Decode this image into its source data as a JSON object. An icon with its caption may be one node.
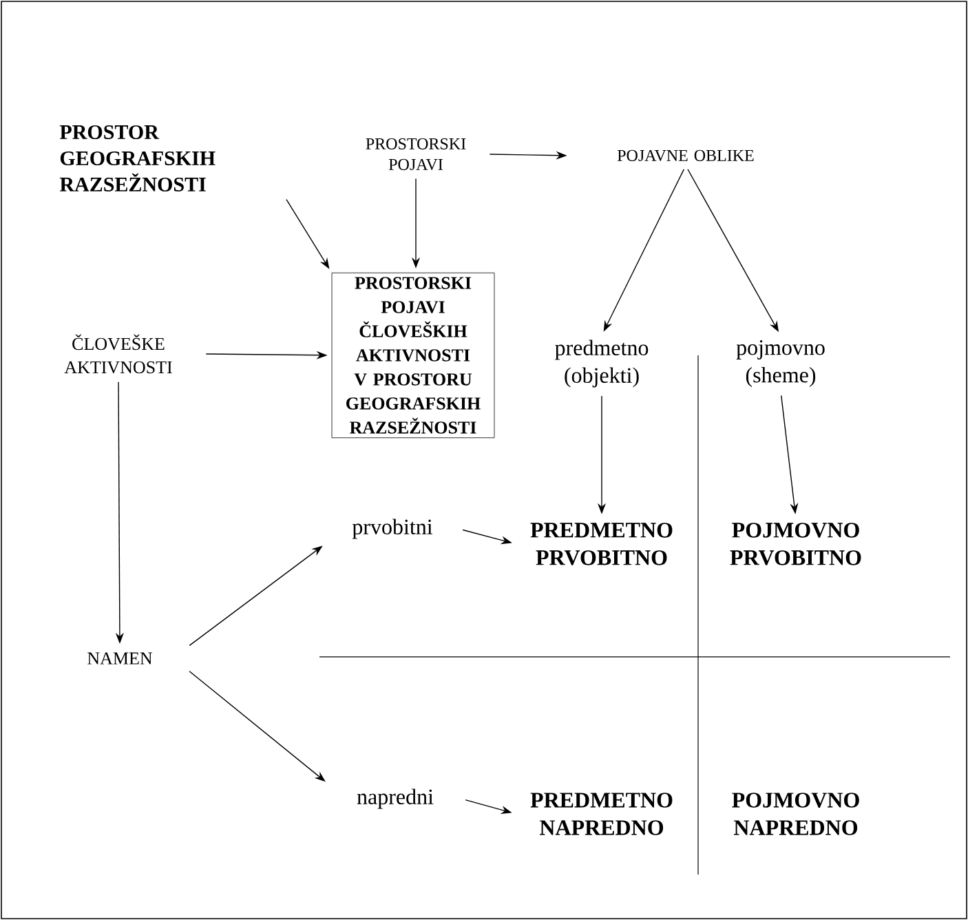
{
  "diagram": {
    "nodes": [
      {
        "text": [
          "PROSTOR GEOGRAFSKIH RAZSEŽNOSTI"
        ]
      },
      {
        "text": [
          "PROSTORSKI POJAVI"
        ]
      },
      {
        "text": [
          "POJAVNE OBLIKE"
        ]
      },
      {
        "text": [
          "PROSTORSKI POJAVI ČLOVEŠKIH AKTIVNOSTI V PROSTORU GEOGRAFSKIH RAZSEŽNOSTI"
        ]
      },
      {
        "text": [
          "ČLOVEŠKE AKTIVNOSTI"
        ]
      },
      {
        "text": [
          "predmetno (objekti)"
        ]
      },
      {
        "text": [
          "pojmovno (sheme)"
        ]
      },
      {
        "text": [
          "NAMEN"
        ]
      },
      {
        "text": [
          "prvobitni"
        ]
      },
      {
        "text": [
          "PREDMETNO PRVOBITNO"
        ]
      },
      {
        "text": [
          "POJMOVNO PRVOBITNO"
        ]
      },
      {
        "text": [
          "napredni"
        ]
      },
      {
        "text": [
          "PREDMETNO NAPREDNO"
        ]
      },
      {
        "text": [
          "POJMOVNO NAPREDNO"
        ]
      }
    ],
    "edges": [
      {
        "from": 1,
        "to": 2,
        "arrow": "to"
      },
      {
        "from": 0,
        "to": 3,
        "arrow": "to"
      },
      {
        "from": 1,
        "to": 3,
        "arrow": "to"
      },
      {
        "from": 4,
        "to": 3,
        "arrow": "to"
      },
      {
        "from": 2,
        "to": 5,
        "arrow": "to"
      },
      {
        "from": 2,
        "to": 6,
        "arrow": "to"
      },
      {
        "from": 5,
        "to": 9,
        "arrow": "to"
      },
      {
        "from": 6,
        "to": 10,
        "arrow": "to"
      },
      {
        "from": 4,
        "to": 7,
        "arrow": "to"
      },
      {
        "from": 7,
        "to": 8,
        "arrow": "to"
      },
      {
        "from": 7,
        "to": 11,
        "arrow": "to"
      },
      {
        "from": 8,
        "to": 9,
        "arrow": "to"
      },
      {
        "from": 11,
        "to": 12,
        "arrow": "to"
      }
    ]
  }
}
